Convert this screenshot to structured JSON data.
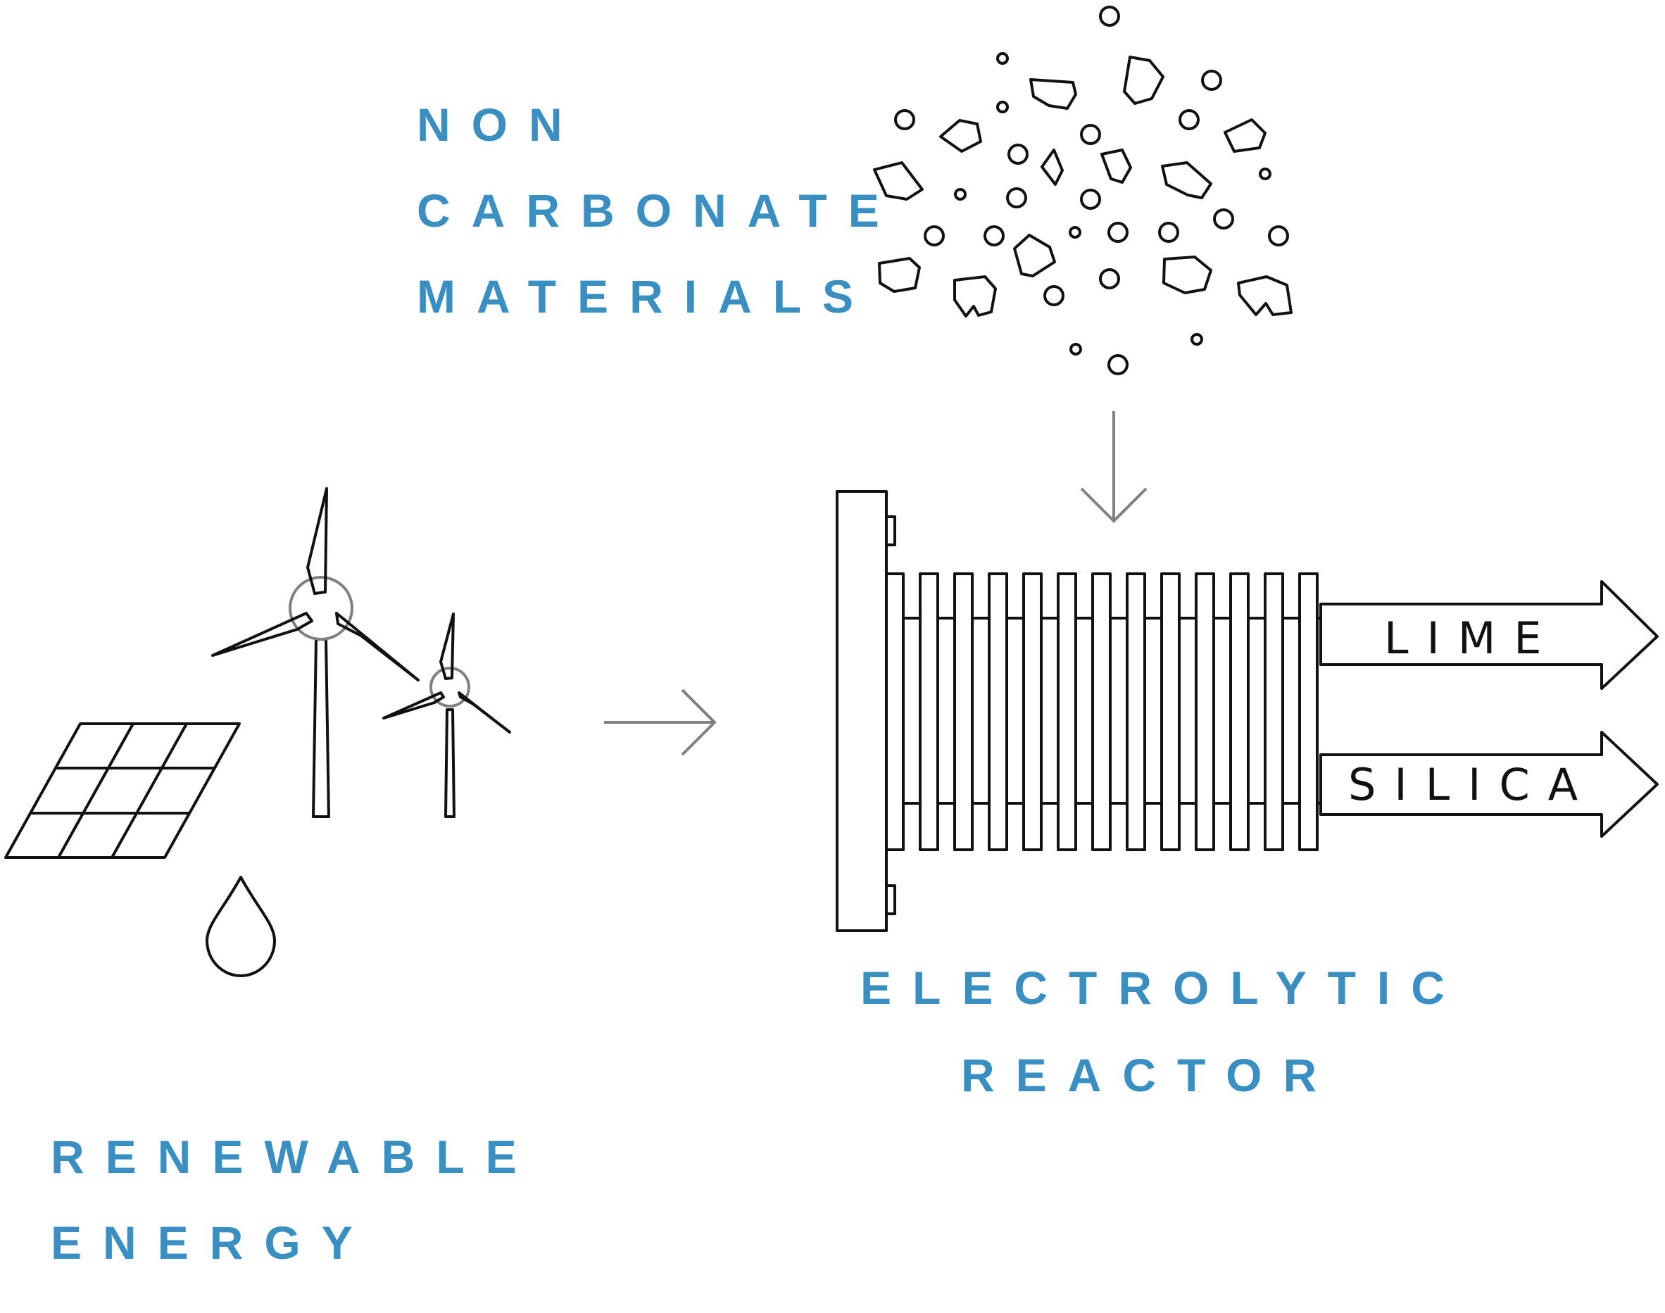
{
  "labels": {
    "non_carbonate_line1": "NON",
    "non_carbonate_line2": "CARBONATE",
    "non_carbonate_line3": "MATERIALS",
    "renewable_line1": "RENEWABLE",
    "renewable_line2": "ENERGY",
    "reactor_line1": "ELECTROLYTIC",
    "reactor_line2": "REACTOR",
    "output_1": "LIME",
    "output_2": "SILICA"
  },
  "colors": {
    "label_blue": "#3a8fc2",
    "outline": "#111111",
    "arrow_grey": "#808080",
    "hub_grey": "#8a8a8a"
  },
  "icons": [
    "solar-panel-icon",
    "wind-turbine-icon",
    "water-drop-icon",
    "electrolytic-reactor-icon",
    "material-particles-icon"
  ]
}
